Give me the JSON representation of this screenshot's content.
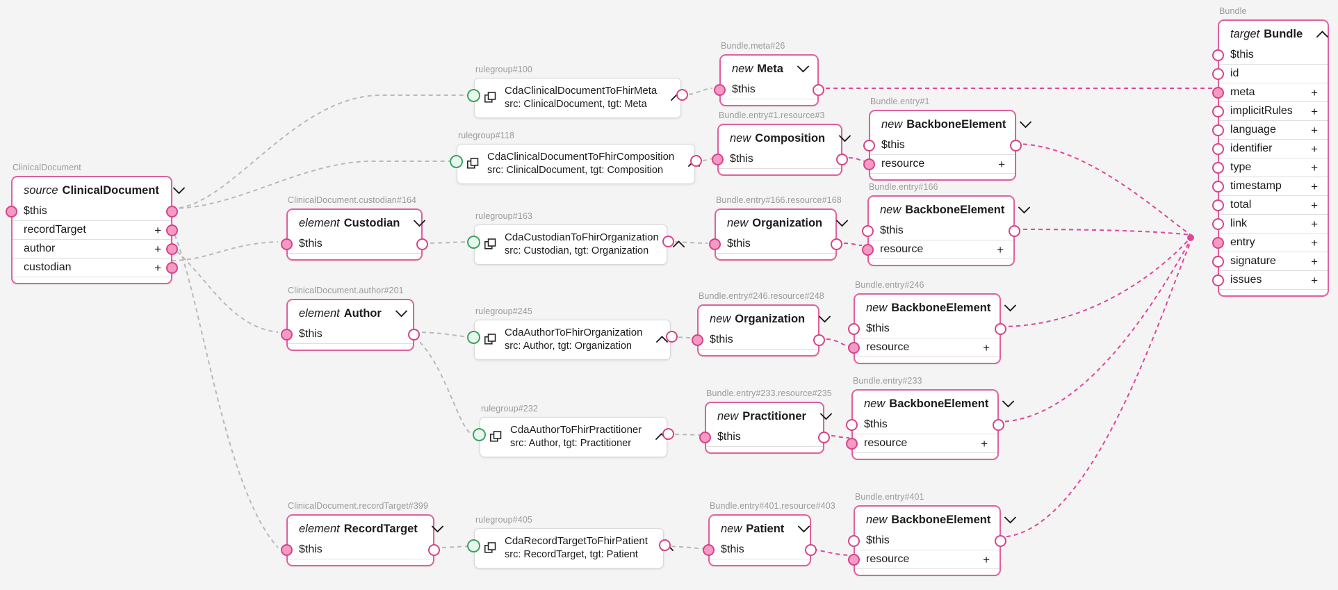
{
  "canvas": {
    "background": "#f4f4f4",
    "accent_pink": "#d6438b",
    "accent_pink_fill": "#f49ac4",
    "accent_green": "#3aa361",
    "edge_gray": "#b9b9b9",
    "caption_gray": "#9a9a9a"
  },
  "nodes": {
    "source_clinical_document": {
      "caption": "ClinicalDocument",
      "keyword": "source",
      "name": "ClinicalDocument",
      "chevron": "chevron-down",
      "rows": [
        {
          "label": "$this",
          "plus": "",
          "port_left": "filled",
          "port_right": "filled"
        },
        {
          "label": "recordTarget",
          "plus": "+",
          "port_left": "none",
          "port_right": "filled"
        },
        {
          "label": "author",
          "plus": "+",
          "port_left": "none",
          "port_right": "filled"
        },
        {
          "label": "custodian",
          "plus": "+",
          "port_left": "none",
          "port_right": "filled"
        }
      ]
    },
    "element_custodian": {
      "caption": "ClinicalDocument.custodian#164",
      "keyword": "element",
      "name": "Custodian",
      "chevron": "chevron-down",
      "rows": [
        {
          "label": "$this",
          "plus": "",
          "port_left": "filled",
          "port_right": "hollow"
        }
      ]
    },
    "element_author": {
      "caption": "ClinicalDocument.author#201",
      "keyword": "element",
      "name": "Author",
      "chevron": "chevron-down",
      "rows": [
        {
          "label": "$this",
          "plus": "",
          "port_left": "filled",
          "port_right": "hollow"
        }
      ]
    },
    "element_record_target": {
      "caption": "ClinicalDocument.recordTarget#399",
      "keyword": "element",
      "name": "RecordTarget",
      "chevron": "chevron-down",
      "rows": [
        {
          "label": "$this",
          "plus": "",
          "port_left": "filled",
          "port_right": "hollow"
        }
      ]
    },
    "rulegroup_100": {
      "caption": "rulegroup#100",
      "line1": "CdaClinicalDocumentToFhirMeta",
      "line2": "src: ClinicalDocument, tgt: Meta",
      "caret": "chevron-up"
    },
    "rulegroup_118": {
      "caption": "rulegroup#118",
      "line1": "CdaClinicalDocumentToFhirComposition",
      "line2": "src: ClinicalDocument, tgt: Composition",
      "caret": "chevron-up"
    },
    "rulegroup_163": {
      "caption": "rulegroup#163",
      "line1": "CdaCustodianToFhirOrganization",
      "line2": "src: Custodian, tgt: Organization",
      "caret": "chevron-up"
    },
    "rulegroup_245": {
      "caption": "rulegroup#245",
      "line1": "CdaAuthorToFhirOrganization",
      "line2": "src: Author, tgt: Organization",
      "caret": "chevron-up"
    },
    "rulegroup_232": {
      "caption": "rulegroup#232",
      "line1": "CdaAuthorToFhirPractitioner",
      "line2": "src: Author, tgt: Practitioner",
      "caret": "chevron-up"
    },
    "rulegroup_405": {
      "caption": "rulegroup#405",
      "line1": "CdaRecordTargetToFhirPatient",
      "line2": "src: RecordTarget, tgt: Patient",
      "caret": "chevron-up"
    },
    "new_meta": {
      "caption": "Bundle.meta#26",
      "keyword": "new",
      "name": "Meta",
      "chevron": "chevron-down",
      "rows": [
        {
          "label": "$this",
          "plus": "",
          "port_left": "filled",
          "port_right": "hollow"
        }
      ]
    },
    "new_composition": {
      "caption": "Bundle.entry#1.resource#3",
      "keyword": "new",
      "name": "Composition",
      "chevron": "chevron-down",
      "rows": [
        {
          "label": "$this",
          "plus": "",
          "port_left": "filled",
          "port_right": "hollow"
        }
      ]
    },
    "new_organization_custodian": {
      "caption": "Bundle.entry#166.resource#168",
      "keyword": "new",
      "name": "Organization",
      "chevron": "chevron-down",
      "rows": [
        {
          "label": "$this",
          "plus": "",
          "port_left": "filled",
          "port_right": "hollow"
        }
      ]
    },
    "new_organization_author": {
      "caption": "Bundle.entry#246.resource#248",
      "keyword": "new",
      "name": "Organization",
      "chevron": "chevron-down",
      "rows": [
        {
          "label": "$this",
          "plus": "",
          "port_left": "filled",
          "port_right": "hollow"
        }
      ]
    },
    "new_practitioner": {
      "caption": "Bundle.entry#233.resource#235",
      "keyword": "new",
      "name": "Practitioner",
      "chevron": "chevron-down",
      "rows": [
        {
          "label": "$this",
          "plus": "",
          "port_left": "filled",
          "port_right": "hollow"
        }
      ]
    },
    "new_patient": {
      "caption": "Bundle.entry#401.resource#403",
      "keyword": "new",
      "name": "Patient",
      "chevron": "chevron-down",
      "rows": [
        {
          "label": "$this",
          "plus": "",
          "port_left": "filled",
          "port_right": "hollow"
        }
      ]
    },
    "backbone_entry_1": {
      "caption": "Bundle.entry#1",
      "keyword": "new",
      "name": "BackboneElement",
      "chevron": "chevron-down",
      "rows": [
        {
          "label": "$this",
          "plus": "",
          "port_left": "hollow",
          "port_right": "hollow"
        },
        {
          "label": "resource",
          "plus": "+",
          "port_left": "filled",
          "port_right": "none"
        }
      ]
    },
    "backbone_entry_166": {
      "caption": "Bundle.entry#166",
      "keyword": "new",
      "name": "BackboneElement",
      "chevron": "chevron-down",
      "rows": [
        {
          "label": "$this",
          "plus": "",
          "port_left": "hollow",
          "port_right": "hollow"
        },
        {
          "label": "resource",
          "plus": "+",
          "port_left": "filled",
          "port_right": "none"
        }
      ]
    },
    "backbone_entry_246": {
      "caption": "Bundle.entry#246",
      "keyword": "new",
      "name": "BackboneElement",
      "chevron": "chevron-down",
      "rows": [
        {
          "label": "$this",
          "plus": "",
          "port_left": "hollow",
          "port_right": "hollow"
        },
        {
          "label": "resource",
          "plus": "+",
          "port_left": "filled",
          "port_right": "none"
        }
      ]
    },
    "backbone_entry_233": {
      "caption": "Bundle.entry#233",
      "keyword": "new",
      "name": "BackboneElement",
      "chevron": "chevron-down",
      "rows": [
        {
          "label": "$this",
          "plus": "",
          "port_left": "hollow",
          "port_right": "hollow"
        },
        {
          "label": "resource",
          "plus": "+",
          "port_left": "filled",
          "port_right": "none"
        }
      ]
    },
    "backbone_entry_401": {
      "caption": "Bundle.entry#401",
      "keyword": "new",
      "name": "BackboneElement",
      "chevron": "chevron-down",
      "rows": [
        {
          "label": "$this",
          "plus": "",
          "port_left": "hollow",
          "port_right": "hollow"
        },
        {
          "label": "resource",
          "plus": "+",
          "port_left": "filled",
          "port_right": "none"
        }
      ]
    },
    "target_bundle": {
      "caption": "Bundle",
      "keyword": "target",
      "name": "Bundle",
      "chevron": "chevron-up",
      "rows": [
        {
          "label": "$this",
          "plus": "",
          "port_left": "hollow"
        },
        {
          "label": "id",
          "plus": "",
          "port_left": "hollow"
        },
        {
          "label": "meta",
          "plus": "+",
          "port_left": "filled"
        },
        {
          "label": "implicitRules",
          "plus": "+",
          "port_left": "hollow"
        },
        {
          "label": "language",
          "plus": "+",
          "port_left": "hollow"
        },
        {
          "label": "identifier",
          "plus": "+",
          "port_left": "hollow"
        },
        {
          "label": "type",
          "plus": "+",
          "port_left": "hollow"
        },
        {
          "label": "timestamp",
          "plus": "+",
          "port_left": "hollow"
        },
        {
          "label": "total",
          "plus": "+",
          "port_left": "hollow"
        },
        {
          "label": "link",
          "plus": "+",
          "port_left": "hollow"
        },
        {
          "label": "entry",
          "plus": "+",
          "port_left": "filled"
        },
        {
          "label": "signature",
          "plus": "+",
          "port_left": "hollow"
        },
        {
          "label": "issues",
          "plus": "+",
          "port_left": "hollow"
        }
      ]
    }
  }
}
